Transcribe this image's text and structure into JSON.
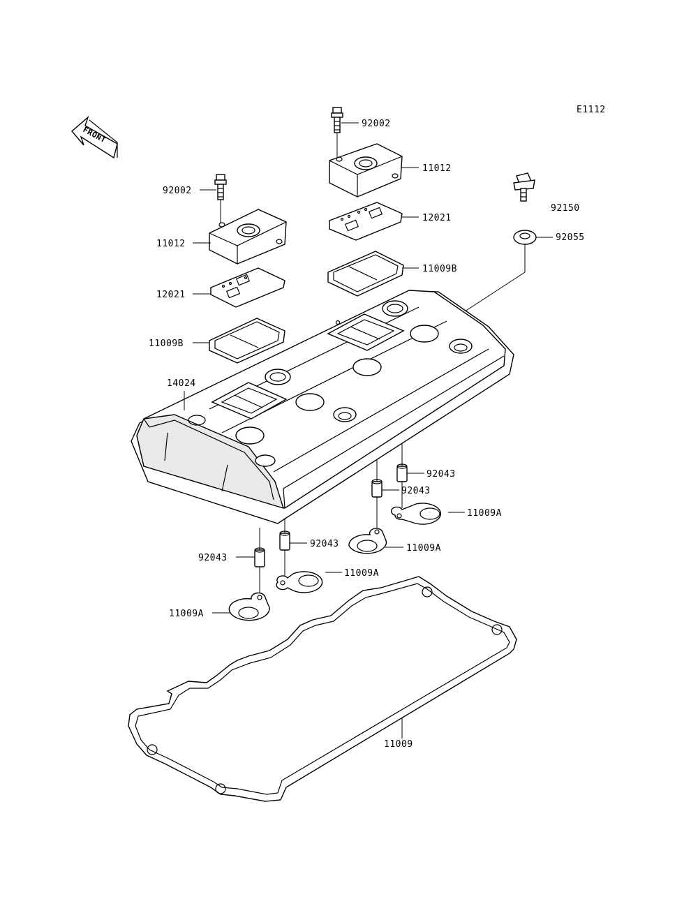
{
  "diagram_code": "E1112",
  "front_arrow": {
    "text": "FRONT",
    "icon": "front-direction-arrow-icon"
  },
  "labels": {
    "bolt_92002_left": "92002",
    "bolt_92002_right": "92002",
    "cover_11012_left": "11012",
    "cover_11012_right": "11012",
    "plate_12021_left": "12021",
    "plate_12021_right": "12021",
    "gasket_11009b_left": "11009B",
    "gasket_11009b_right": "11009B",
    "head_cover_14024": "14024",
    "bolt_92150": "92150",
    "washer_92055": "92055",
    "dowel_92043_a": "92043",
    "dowel_92043_b": "92043",
    "dowel_92043_c": "92043",
    "dowel_92043_d": "92043",
    "gasket_11009a_a": "11009A",
    "gasket_11009a_b": "11009A",
    "gasket_11009a_c": "11009A",
    "gasket_11009a_d": "11009A",
    "gasket_11009": "11009"
  }
}
